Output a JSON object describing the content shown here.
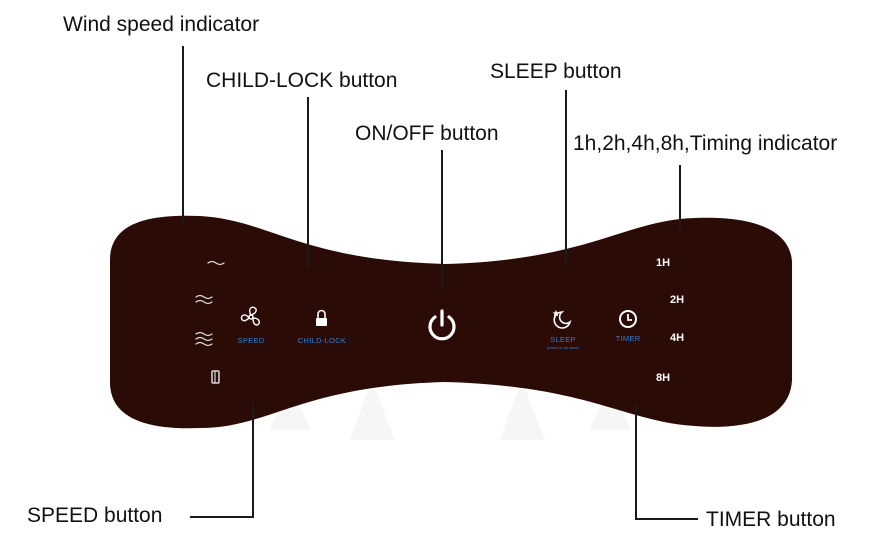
{
  "callouts": {
    "wind_speed_indicator": "Wind speed indicator",
    "child_lock_button": "CHILD-LOCK button",
    "on_off_button": "ON/OFF button",
    "sleep_button": "SLEEP button",
    "timing_indicator": "1h,2h,4h,8h,Timing indicator",
    "speed_button": "SPEED button",
    "timer_button": "TIMER button"
  },
  "panel": {
    "speed_label": "SPEED",
    "child_lock_label": "CHILD-LOCK",
    "sleep_label": "SLEEP",
    "sleep_sublabel": "(press to 3s save)",
    "timer_label": "TIMER",
    "timer_indicators": [
      "1H",
      "2H",
      "4H",
      "8H"
    ]
  },
  "colors": {
    "panel": "#2a0b06",
    "accent": "#2f7fd8",
    "icon": "#ffffff"
  },
  "icons": {
    "wind_levels": [
      "wave-1-icon",
      "wave-2-icon",
      "wave-3-icon",
      "natural-wind-icon"
    ],
    "speed": "fan-icon",
    "child_lock": "lock-icon",
    "power": "power-icon",
    "sleep": "moon-star-icon",
    "timer": "clock-icon"
  }
}
